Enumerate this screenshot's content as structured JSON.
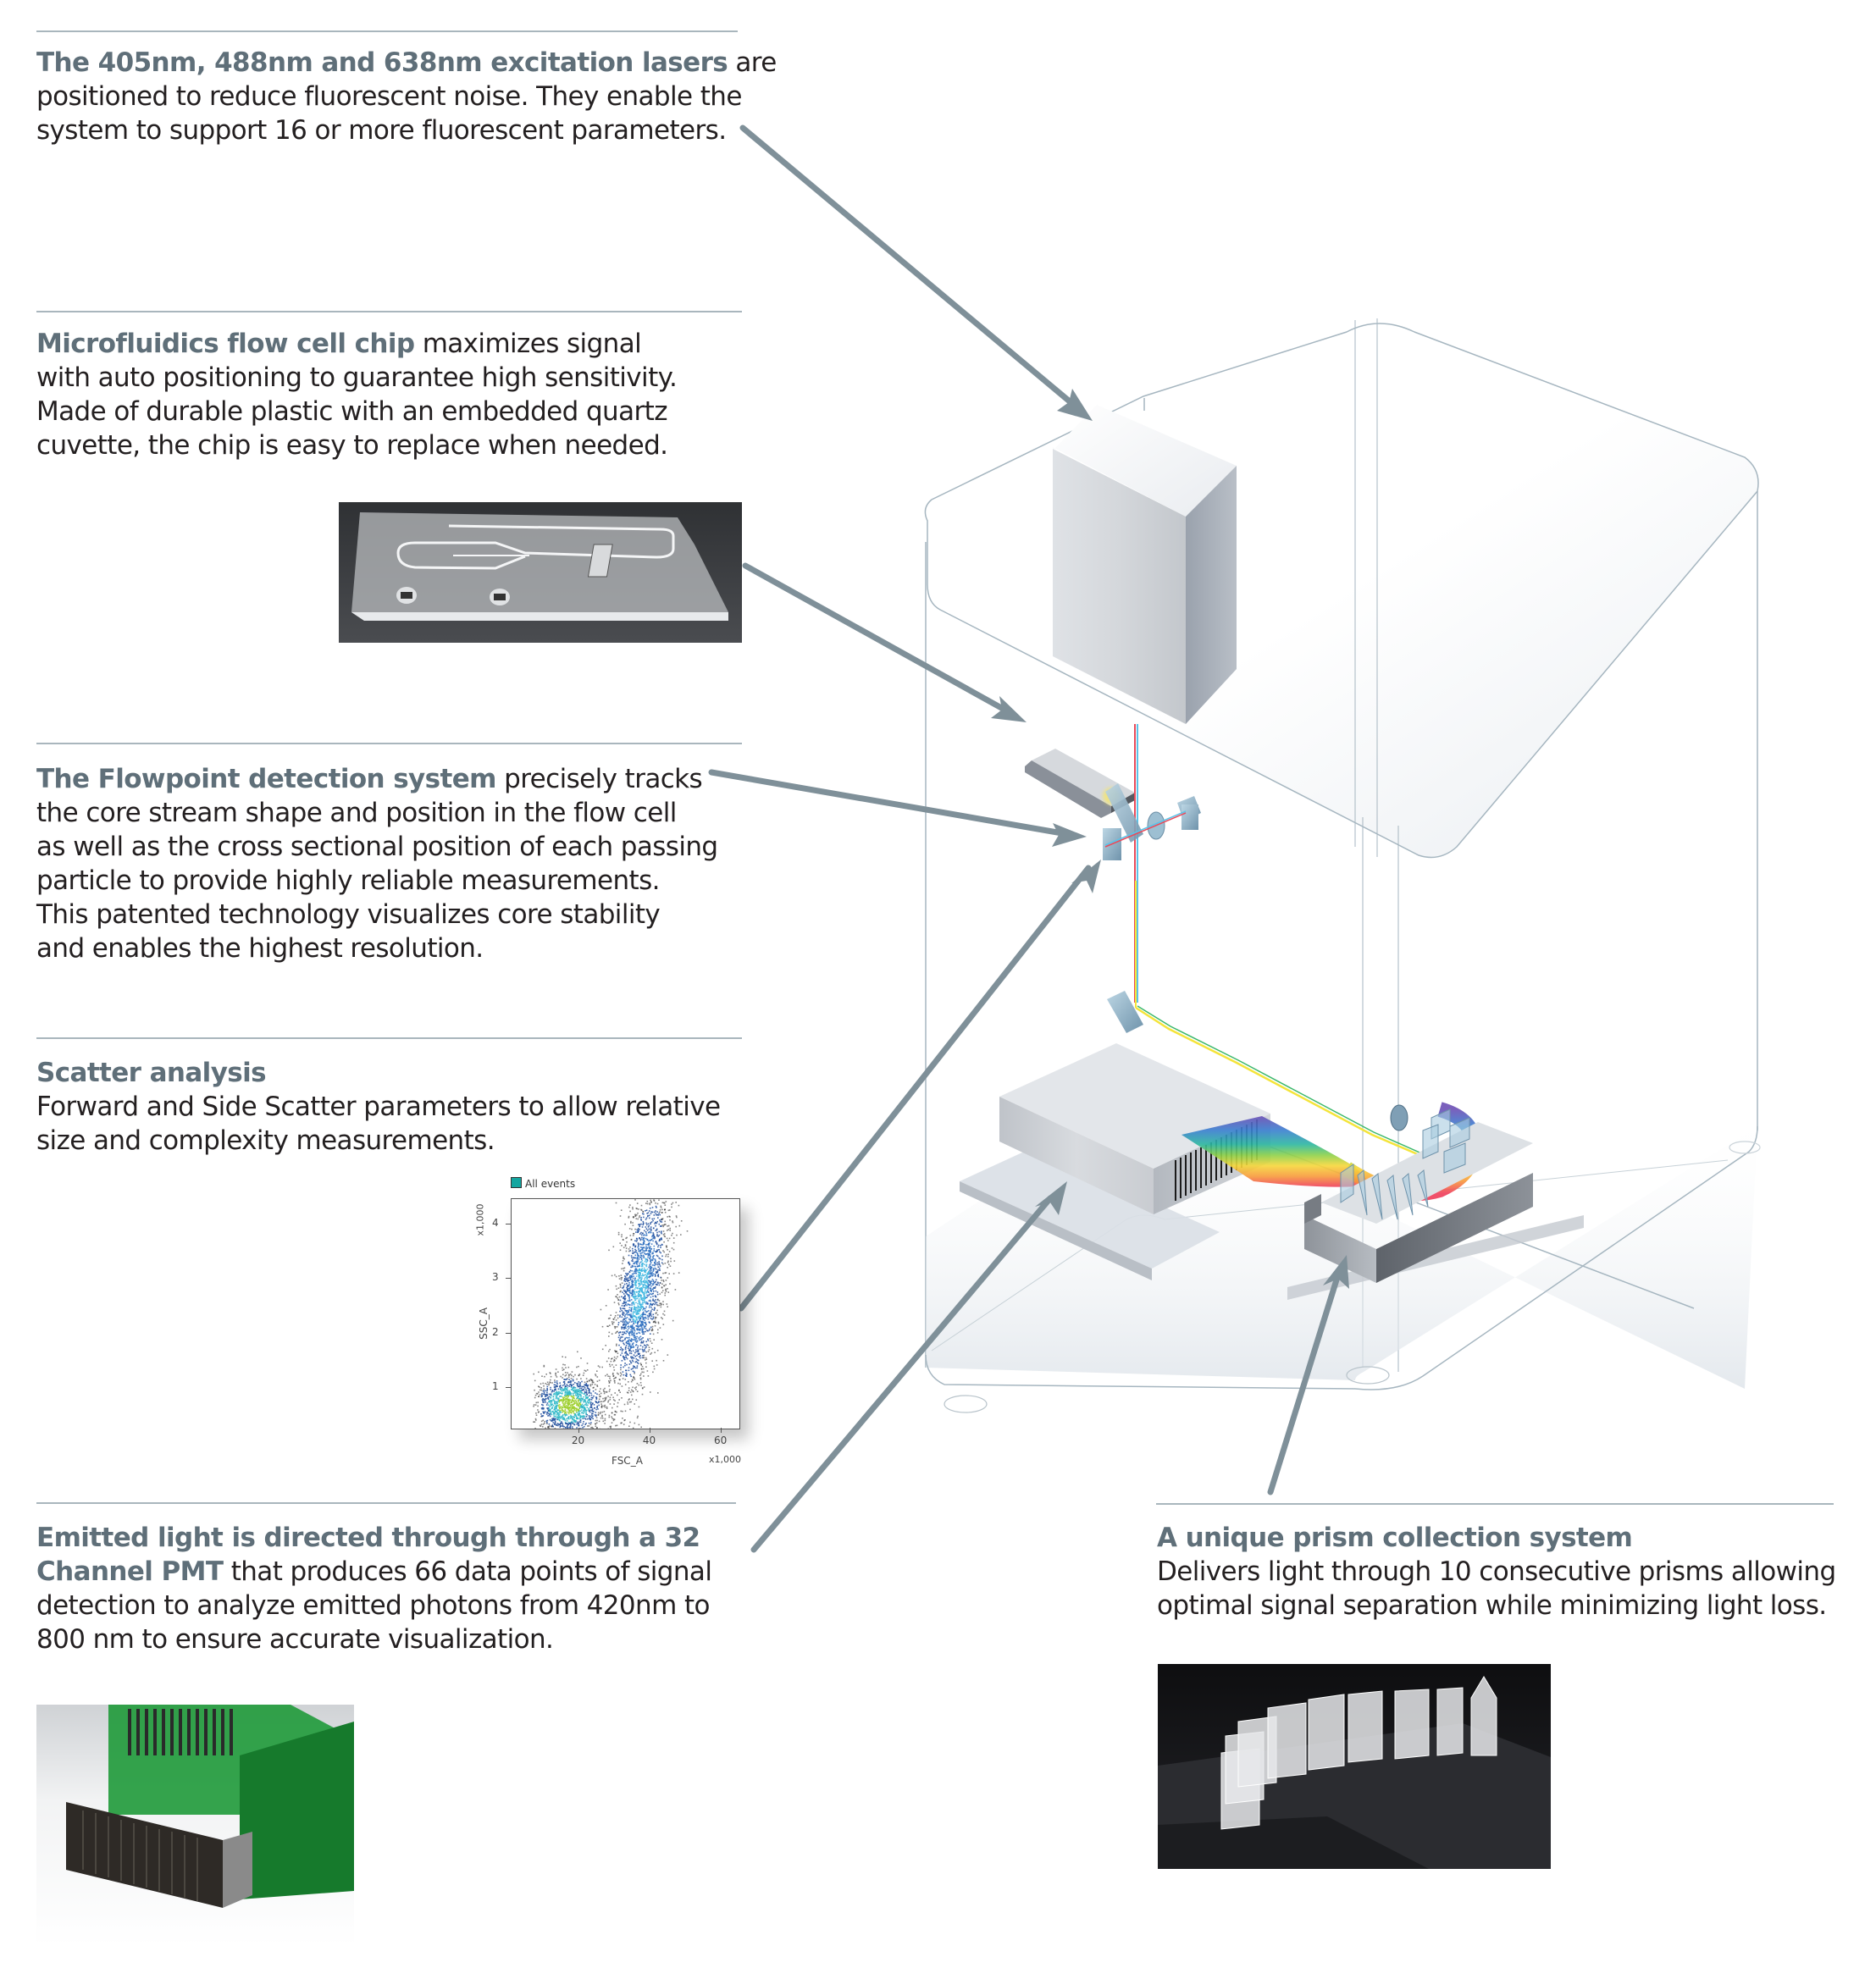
{
  "sections": [
    {
      "id": "lasers",
      "lines": [
        {
          "bold": "The 405nm, 488nm and 638nm excitation lasers",
          "text": " are"
        },
        {
          "bold": "",
          "text": "positioned to reduce fluorescent noise. They enable the"
        },
        {
          "bold": "",
          "text": "system to support 16 or more fluorescent parameters."
        }
      ]
    },
    {
      "id": "microfluidics",
      "lines": [
        {
          "bold": "Microfluidics flow cell chip",
          "text": " maximizes signal"
        },
        {
          "bold": "",
          "text": "with auto positioning to guarantee high sensitivity."
        },
        {
          "bold": "",
          "text": "Made of durable plastic with an embedded quartz"
        },
        {
          "bold": "",
          "text": "cuvette, the chip is easy to replace when needed."
        }
      ]
    },
    {
      "id": "flowpoint",
      "lines": [
        {
          "bold": "The Flowpoint detection system",
          "text": " precisely tracks"
        },
        {
          "bold": "",
          "text": "the core stream shape and position in the flow cell"
        },
        {
          "bold": "",
          "text": "as well as the cross sectional position of each passing"
        },
        {
          "bold": "",
          "text": "particle to provide highly reliable measurements."
        },
        {
          "bold": "",
          "text": "This patented technology visualizes core stability"
        },
        {
          "bold": "",
          "text": "and enables the highest resolution."
        }
      ]
    },
    {
      "id": "scatter",
      "lines": [
        {
          "bold": "Scatter analysis",
          "text": ""
        },
        {
          "bold": "",
          "text": "Forward and Side Scatter parameters to allow relative"
        },
        {
          "bold": "",
          "text": "size and complexity measurements."
        }
      ]
    },
    {
      "id": "pmt",
      "lines": [
        {
          "bold": "Emitted light is directed through through a 32",
          "text": ""
        },
        {
          "bold": "Channel PMT",
          "text": " that produces 66 data points of signal"
        },
        {
          "bold": "",
          "text": "detection to analyze emitted photons from 420nm to"
        },
        {
          "bold": "",
          "text": "800 nm to ensure accurate visualization."
        }
      ]
    },
    {
      "id": "prism",
      "lines": [
        {
          "bold": "A unique prism collection system",
          "text": ""
        },
        {
          "bold": "",
          "text": "Delivers light through 10 consecutive prisms allowing"
        },
        {
          "bold": "",
          "text": "optimal signal separation while minimizing light loss."
        }
      ]
    }
  ],
  "photos": {
    "chip": "microfluidics flow cell chip photo",
    "pmt": "32 channel PMT photo",
    "prisms": "prism collection system photo"
  },
  "colors": {
    "accent_text": "#5f6f79",
    "arrow": "#7f9099",
    "rule": "#a9b6bd",
    "legend_swatch": "#13a6a0"
  },
  "chart_data": {
    "type": "scatter",
    "title": "",
    "legend": [
      "All events"
    ],
    "legend_placement": "top-left",
    "xlabel": "FSC_A",
    "ylabel": "SSC_A",
    "x_multiplier": "x1,000",
    "y_multiplier": "x1,000",
    "xlim": [
      1,
      65
    ],
    "ylim": [
      0.25,
      4.47
    ],
    "x_ticks": [
      20,
      40,
      60
    ],
    "y_ticks": [
      1,
      2,
      3,
      4
    ],
    "grid": false,
    "clusters": [
      {
        "name": "debris/low population",
        "center": [
          17,
          0.7
        ],
        "spread": [
          6,
          0.3
        ],
        "density": "high"
      },
      {
        "name": "main population",
        "center": [
          37,
          2.8
        ],
        "spread": [
          6,
          1.0
        ],
        "density": "medium"
      }
    ]
  }
}
